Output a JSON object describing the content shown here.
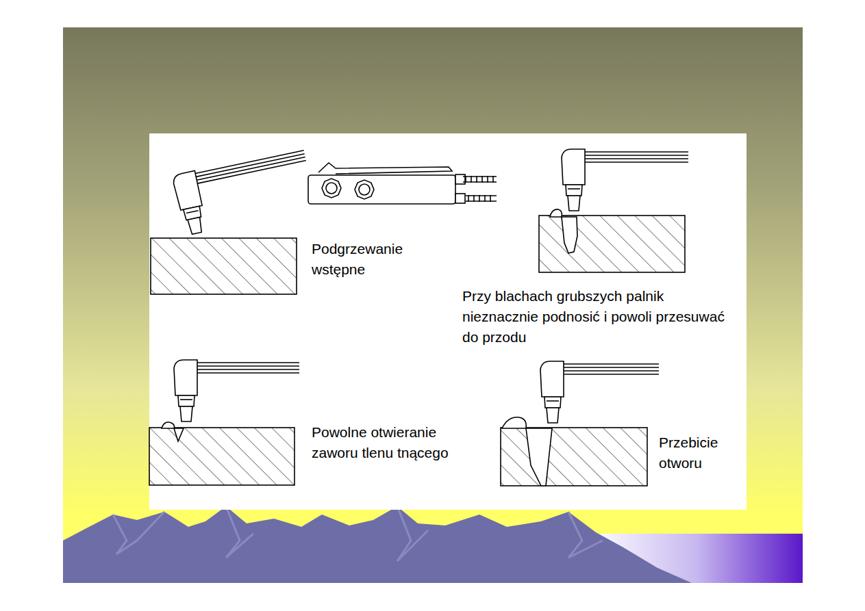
{
  "diagram": {
    "labels": [
      "Podgrzewanie wstępne",
      "Przy blachach grubszych palnik nieznacznie podnosić i powoli przesuwać do przodu",
      "Powolne otwieranie zaworu tlenu tnącego",
      "Przebicie otworu"
    ]
  }
}
